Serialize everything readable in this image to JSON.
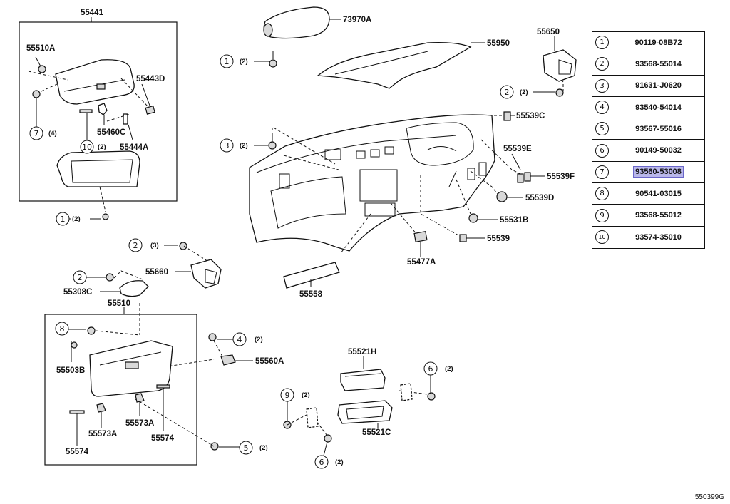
{
  "catalog_code": "550399G",
  "legend": [
    {
      "num": "1",
      "part": "90119-08B72",
      "highlighted": false
    },
    {
      "num": "2",
      "part": "93568-55014",
      "highlighted": false
    },
    {
      "num": "3",
      "part": "91631-J0620",
      "highlighted": false
    },
    {
      "num": "4",
      "part": "93540-54014",
      "highlighted": false
    },
    {
      "num": "5",
      "part": "93567-55016",
      "highlighted": false
    },
    {
      "num": "6",
      "part": "90149-50032",
      "highlighted": false
    },
    {
      "num": "7",
      "part": "93560-53008",
      "highlighted": true
    },
    {
      "num": "8",
      "part": "90541-03015",
      "highlighted": false
    },
    {
      "num": "9",
      "part": "93568-55012",
      "highlighted": false
    },
    {
      "num": "10",
      "part": "93574-35010",
      "highlighted": false
    }
  ],
  "labels": {
    "p55441": "55441",
    "p55510A": "55510A",
    "p55443D": "55443D",
    "p55460C": "55460C",
    "p55444A": "55444A",
    "p73970A": "73970A",
    "p55950": "55950",
    "p55650": "55650",
    "p55539C": "55539C",
    "p55539E": "55539E",
    "p55539F": "55539F",
    "p55539D": "55539D",
    "p55531B": "55531B",
    "p55539": "55539",
    "p55477A": "55477A",
    "p55558": "55558",
    "p55660": "55660",
    "p55308C": "55308C",
    "p55510": "55510",
    "p55503B": "55503B",
    "p55560A": "55560A",
    "p55573A_1": "55573A",
    "p55573A_2": "55573A",
    "p55574_1": "55574",
    "p55574_2": "55574",
    "p55521H": "55521H",
    "p55521C": "55521C"
  },
  "callouts": [
    {
      "num": "7",
      "qty": "(4)"
    },
    {
      "num": "10",
      "qty": "(2)"
    },
    {
      "num": "1",
      "qty": "(2)"
    },
    {
      "num": "1",
      "qty": "(2)"
    },
    {
      "num": "2",
      "qty": "(2)"
    },
    {
      "num": "3",
      "qty": "(2)"
    },
    {
      "num": "2",
      "qty": "(3)"
    },
    {
      "num": "2",
      "qty": ""
    },
    {
      "num": "8",
      "qty": ""
    },
    {
      "num": "4",
      "qty": "(2)"
    },
    {
      "num": "5",
      "qty": "(2)"
    },
    {
      "num": "9",
      "qty": "(2)"
    },
    {
      "num": "6",
      "qty": "(2)"
    },
    {
      "num": "6",
      "qty": "(2)"
    }
  ]
}
